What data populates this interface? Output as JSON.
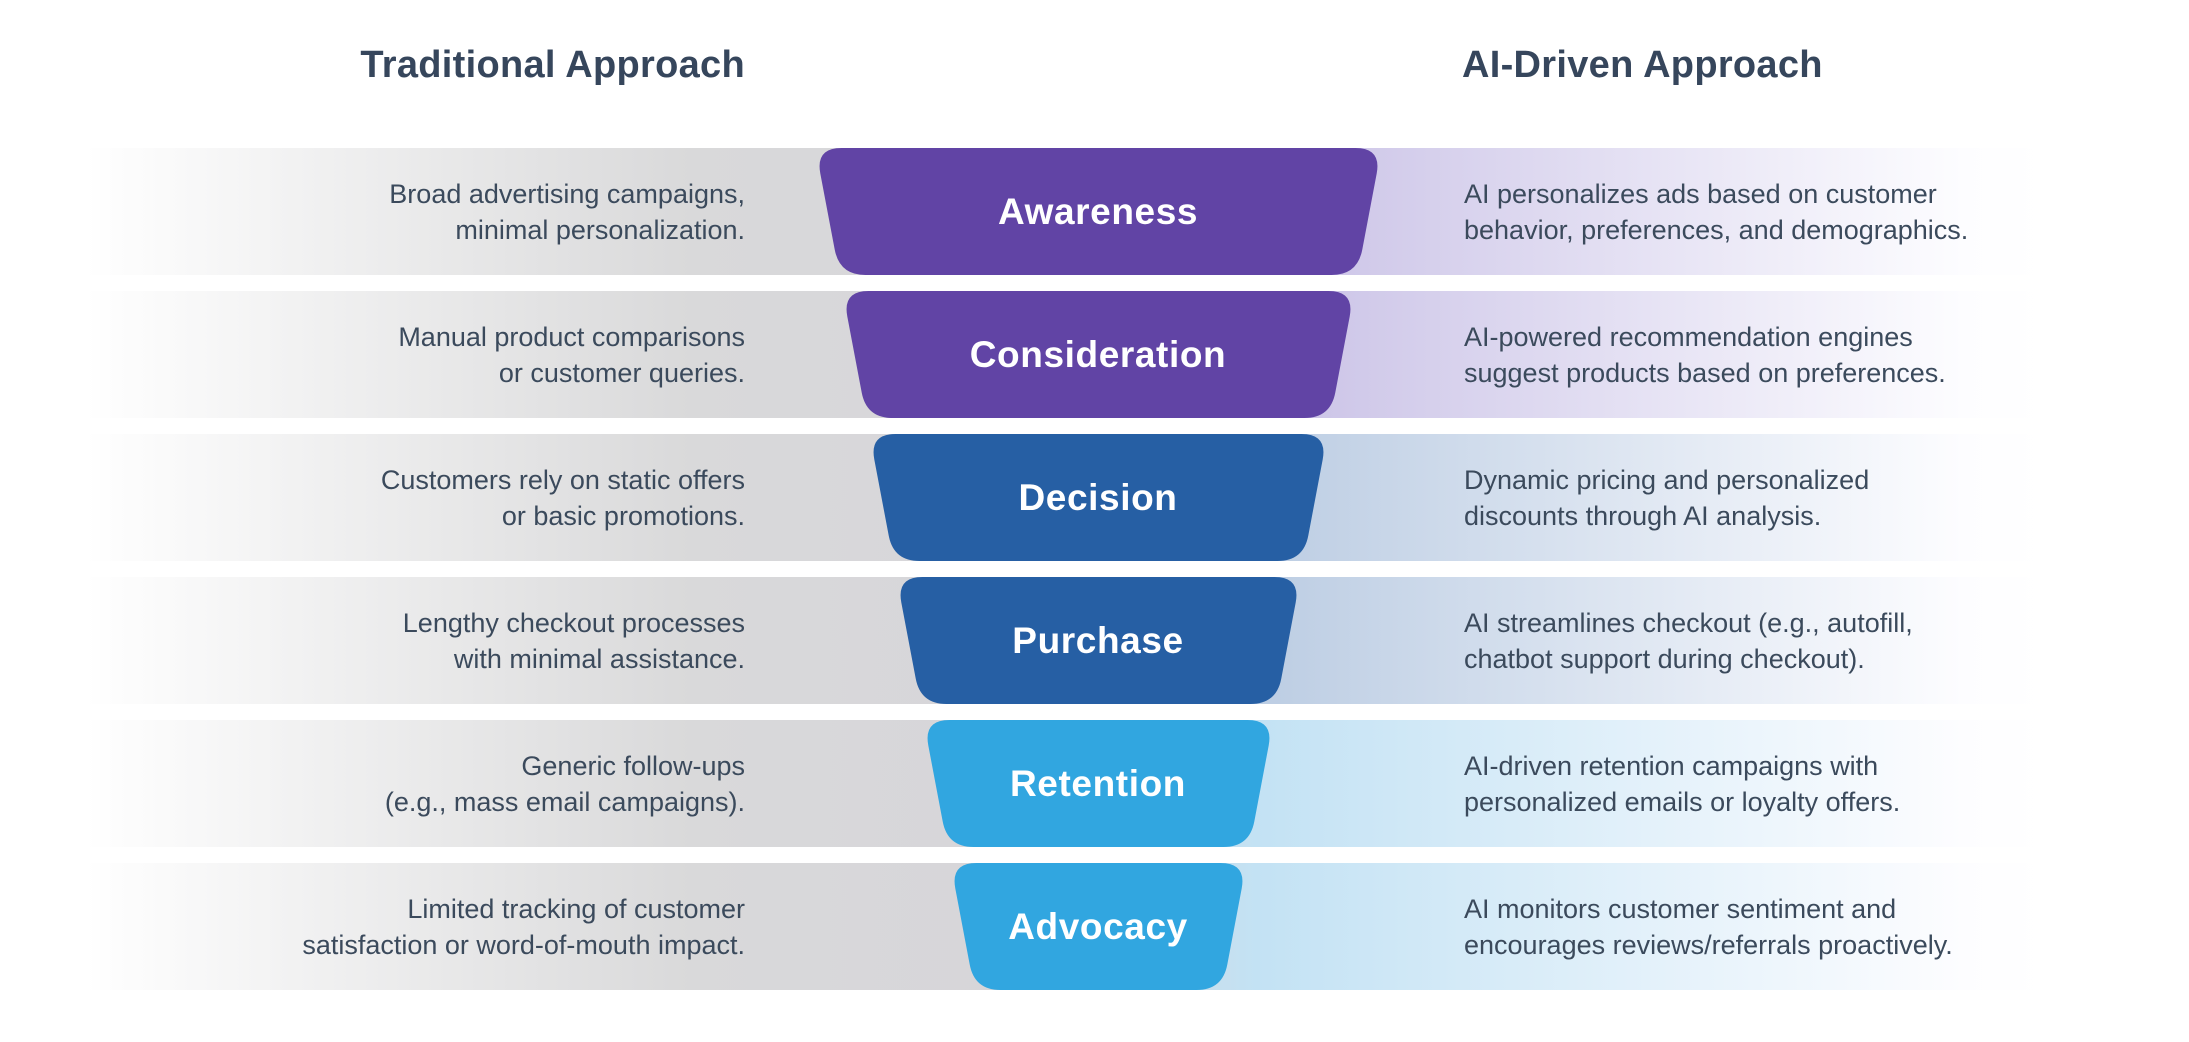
{
  "headers": {
    "traditional": "Traditional Approach",
    "ai_driven": "AI-Driven Approach"
  },
  "palette": {
    "purple": "#6144A5",
    "dark_blue": "#265FA4",
    "sky_blue": "#31A6E0",
    "body_text": "#3B4A5C",
    "header_text": "#36465C",
    "band_gray": "#D9D9DA",
    "tint_lavender": "#C9C1E6",
    "tint_steel": "#BCCDE3",
    "tint_sky": "#C3E2F4"
  },
  "funnel": {
    "stages": [
      {
        "stage": "Awareness",
        "color": "#6144A5",
        "band_tint": "#C9C1E6",
        "traditional": "Broad advertising campaigns,\nminimal personalization.",
        "ai": "AI personalizes ads based on customer\nbehavior, preferences, and demographics."
      },
      {
        "stage": "Consideration",
        "color": "#6144A5",
        "band_tint": "#C9C1E6",
        "traditional": "Manual product comparisons\nor customer queries.",
        "ai": "AI-powered recommendation engines\nsuggest products based on preferences."
      },
      {
        "stage": "Decision",
        "color": "#265FA4",
        "band_tint": "#BCCDE3",
        "traditional": "Customers rely on static offers\nor basic promotions.",
        "ai": "Dynamic pricing and personalized\ndiscounts through AI analysis."
      },
      {
        "stage": "Purchase",
        "color": "#265FA4",
        "band_tint": "#BCCDE3",
        "traditional": "Lengthy checkout processes\nwith minimal assistance.",
        "ai": "AI streamlines checkout (e.g., autofill,\nchatbot support during checkout)."
      },
      {
        "stage": "Retention",
        "color": "#31A6E0",
        "band_tint": "#C3E2F4",
        "traditional": "Generic follow-ups\n(e.g., mass email campaigns).",
        "ai": "AI-driven retention campaigns with\npersonalized emails or loyalty offers."
      },
      {
        "stage": "Advocacy",
        "color": "#31A6E0",
        "band_tint": "#C3E2F4",
        "traditional": "Limited tracking of customer\nsatisfaction or word-of-mouth impact.",
        "ai": "AI monitors customer sentiment and\nencourages reviews/referrals proactively."
      }
    ]
  }
}
